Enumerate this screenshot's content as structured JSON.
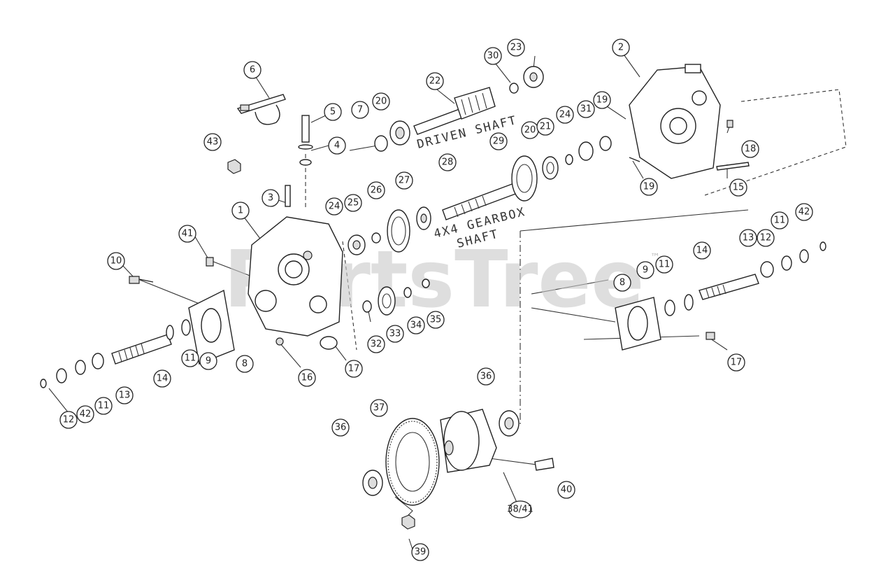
{
  "watermark": "PartsTree",
  "trademark": "™",
  "captions": {
    "driven_shaft": "DRIVEN SHAFT",
    "gearbox_1": "4X4 GEARBOX",
    "gearbox_2": "SHAFT"
  },
  "callouts": [
    {
      "id": "c6",
      "label": "6"
    },
    {
      "id": "c5",
      "label": "5"
    },
    {
      "id": "c4",
      "label": "4"
    },
    {
      "id": "c43",
      "label": "43"
    },
    {
      "id": "c3",
      "label": "3"
    },
    {
      "id": "c1",
      "label": "1"
    },
    {
      "id": "c41",
      "label": "41"
    },
    {
      "id": "c10",
      "label": "10"
    },
    {
      "id": "c7a",
      "label": "7"
    },
    {
      "id": "c20a",
      "label": "20"
    },
    {
      "id": "c22",
      "label": "22"
    },
    {
      "id": "c30",
      "label": "30"
    },
    {
      "id": "c23",
      "label": "23"
    },
    {
      "id": "c24a",
      "label": "24"
    },
    {
      "id": "c25",
      "label": "25"
    },
    {
      "id": "c26",
      "label": "26"
    },
    {
      "id": "c27",
      "label": "27"
    },
    {
      "id": "c28",
      "label": "28"
    },
    {
      "id": "c29",
      "label": "29"
    },
    {
      "id": "c20b",
      "label": "20"
    },
    {
      "id": "c21",
      "label": "21"
    },
    {
      "id": "c24b",
      "label": "24"
    },
    {
      "id": "c31",
      "label": "31"
    },
    {
      "id": "c19a",
      "label": "19"
    },
    {
      "id": "c2",
      "label": "2"
    },
    {
      "id": "c18",
      "label": "18"
    },
    {
      "id": "c19b",
      "label": "19"
    },
    {
      "id": "c15",
      "label": "15"
    },
    {
      "id": "c14a",
      "label": "14"
    },
    {
      "id": "c13a",
      "label": "13"
    },
    {
      "id": "c12a",
      "label": "12"
    },
    {
      "id": "c11a",
      "label": "11"
    },
    {
      "id": "c42a",
      "label": "42"
    },
    {
      "id": "c8a",
      "label": "8"
    },
    {
      "id": "c9a",
      "label": "9"
    },
    {
      "id": "c11b",
      "label": "11"
    },
    {
      "id": "c17a",
      "label": "17"
    },
    {
      "id": "c32",
      "label": "32"
    },
    {
      "id": "c33",
      "label": "33"
    },
    {
      "id": "c34",
      "label": "34"
    },
    {
      "id": "c35",
      "label": "35"
    },
    {
      "id": "c16",
      "label": "16"
    },
    {
      "id": "c17b",
      "label": "17"
    },
    {
      "id": "c8b",
      "label": "8"
    },
    {
      "id": "c9b",
      "label": "9"
    },
    {
      "id": "c11c",
      "label": "11"
    },
    {
      "id": "c14b",
      "label": "14"
    },
    {
      "id": "c13b",
      "label": "13"
    },
    {
      "id": "c12b",
      "label": "12"
    },
    {
      "id": "c11d",
      "label": "11"
    },
    {
      "id": "c42b",
      "label": "42"
    },
    {
      "id": "c36a",
      "label": "36"
    },
    {
      "id": "c37",
      "label": "37"
    },
    {
      "id": "c36b",
      "label": "36"
    },
    {
      "id": "c3841",
      "label": "38/41"
    },
    {
      "id": "c40",
      "label": "40"
    },
    {
      "id": "c39",
      "label": "39"
    }
  ]
}
